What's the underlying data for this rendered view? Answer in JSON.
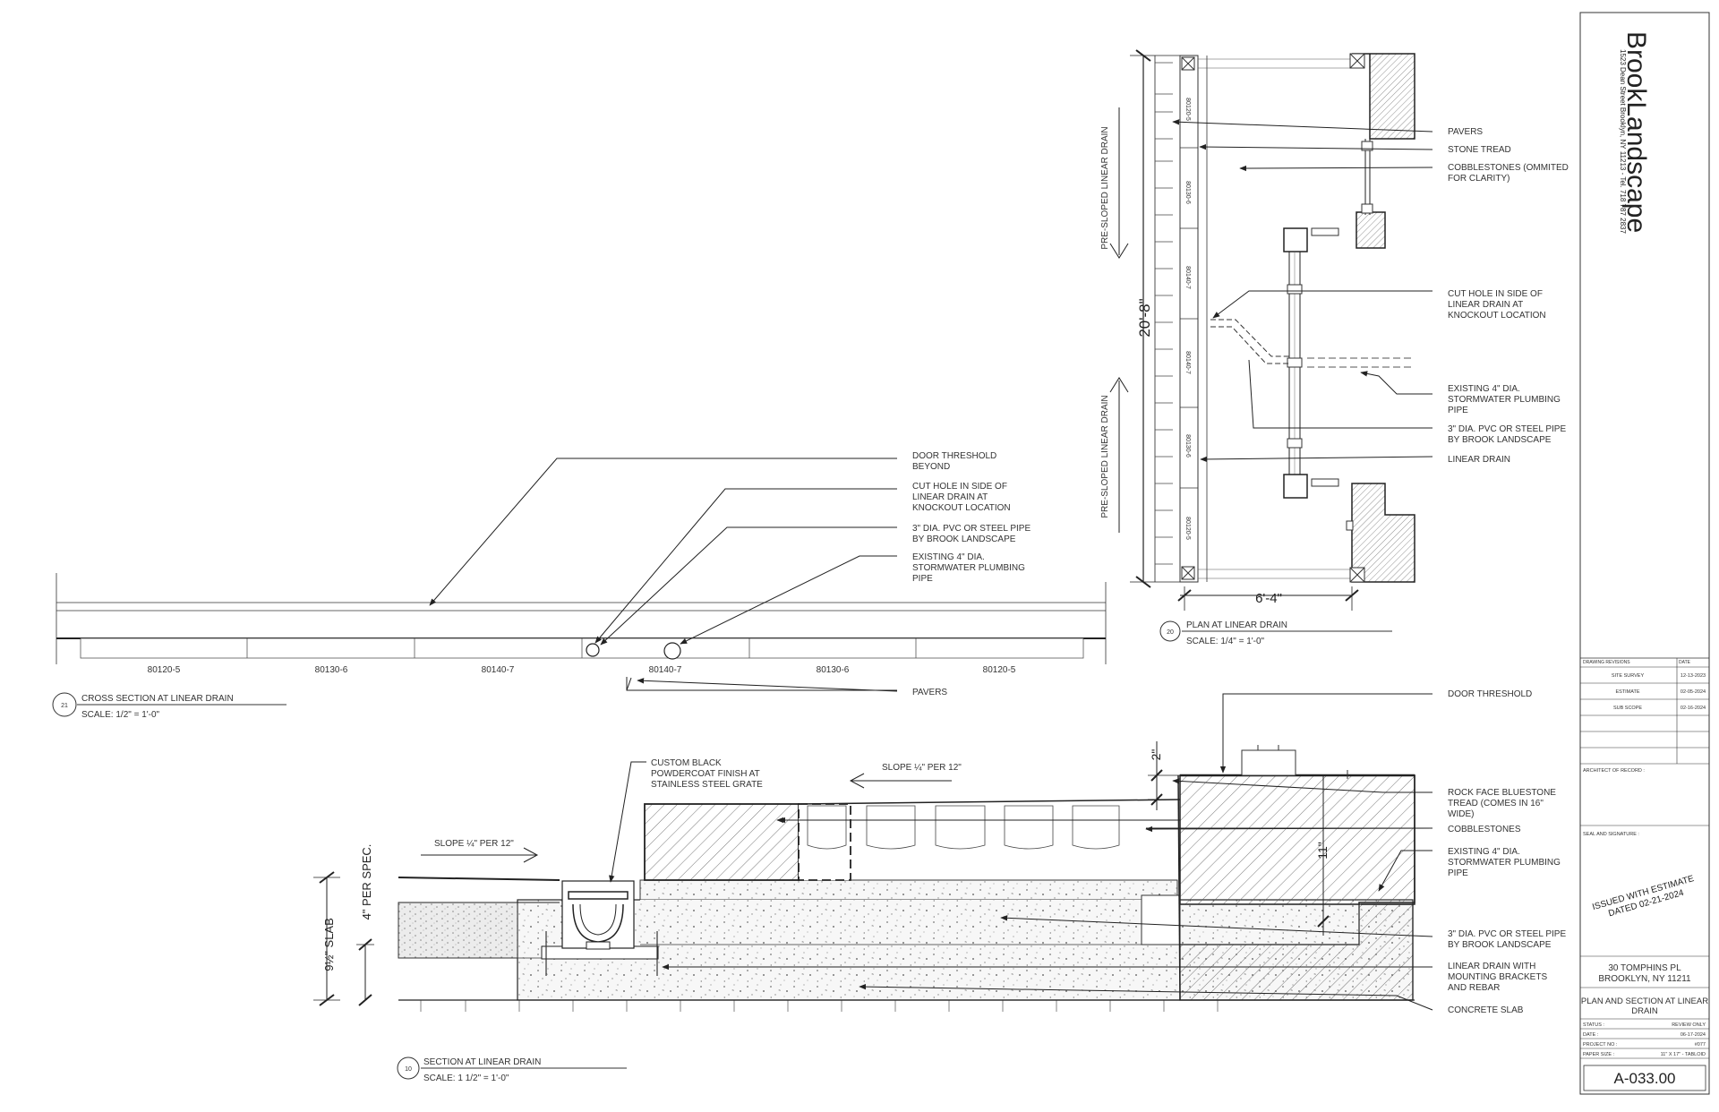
{
  "title_block": {
    "company": "BrookLandscape",
    "address": "1523 Dean Street Brooklyn, NY 11213 - Tel. 718 787 2837",
    "revisions_header": "DRAWING REVISIONS",
    "date_header": "DATE",
    "revisions": [
      {
        "label": "SITE SURVEY",
        "date": "12-13-2023"
      },
      {
        "label": "ESTIMATE",
        "date": "02-05-2024"
      },
      {
        "label": "SUB SCOPE",
        "date": "02-16-2024"
      }
    ],
    "architect_label": "ARCHITECT OF RECORD :",
    "seal_label": "SEAL AND SIGNATURE :",
    "stamp_line1": "ISSUED WITH ESTIMATE",
    "stamp_line2": "DATED 02-21-2024",
    "project_address_line1": "30 TOMPHINS PL",
    "project_address_line2": "BROOKLYN, NY 11211",
    "sheet_title_line1": "PLAN AND SECTION AT LINEAR",
    "sheet_title_line2": "DRAIN",
    "info": [
      {
        "label": "STATUS :",
        "value": "REVIEW ONLY"
      },
      {
        "label": "DATE :",
        "value": "06-17-2024"
      },
      {
        "label": "PROJECT NO :",
        "value": "#077"
      },
      {
        "label": "PAPER SIZE :",
        "value": "11\" X 17\" - TABLOID"
      }
    ],
    "sheet_number": "A-033.00"
  },
  "plan": {
    "number": "20",
    "title": "PLAN AT LINEAR DRAIN",
    "scale": "SCALE: 1/4\" = 1'-0\"",
    "dim_height": "20'-8\"",
    "dim_width": "6'-4\"",
    "arrow_top": "PRE-SLOPED LINEAR DRAIN",
    "arrow_bottom": "PRE-SLOPED LINEAR DRAIN",
    "segments": [
      "80120-5",
      "80130-6",
      "80140-7",
      "80140-7",
      "80130-6",
      "80120-5"
    ],
    "notes": [
      {
        "lines": [
          "PAVERS"
        ]
      },
      {
        "lines": [
          "STONE TREAD"
        ]
      },
      {
        "lines": [
          "COBBLESTONES (OMMITED",
          "FOR CLARITY)"
        ]
      },
      {
        "lines": [
          "CUT HOLE IN SIDE OF",
          "LINEAR DRAIN AT",
          "KNOCKOUT LOCATION"
        ]
      },
      {
        "lines": [
          "EXISTING 4\" DIA.",
          "STORMWATER PLUMBING",
          "PIPE"
        ]
      },
      {
        "lines": [
          "3\" DIA. PVC OR STEEL PIPE",
          "BY BROOK LANDSCAPE"
        ]
      },
      {
        "lines": [
          "LINEAR DRAIN"
        ]
      }
    ]
  },
  "cross_section": {
    "number": "21",
    "title": "CROSS SECTION AT LINEAR DRAIN",
    "scale": "SCALE: 1/2\" = 1'-0\"",
    "segments": [
      "80120-5",
      "80130-6",
      "80140-7",
      "80140-7",
      "80130-6",
      "80120-5"
    ],
    "notes": [
      {
        "lines": [
          "DOOR THRESHOLD",
          "BEYOND"
        ]
      },
      {
        "lines": [
          "CUT HOLE IN SIDE OF",
          "LINEAR DRAIN AT",
          "KNOCKOUT LOCATION"
        ]
      },
      {
        "lines": [
          "3\" DIA. PVC OR STEEL PIPE",
          "BY BROOK LANDSCAPE"
        ]
      },
      {
        "lines": [
          "EXISTING 4\" DIA.",
          "STORMWATER PLUMBING",
          "PIPE"
        ]
      },
      {
        "lines": [
          "PAVERS"
        ]
      }
    ]
  },
  "section": {
    "number": "10",
    "title": "SECTION AT LINEAR DRAIN",
    "scale": "SCALE: 1 1/2\" = 1'-0\"",
    "slope_left": "SLOPE ¼\" PER 12\"",
    "slope_right": "SLOPE ¼\" PER 12\"",
    "dim_slab": "9½\" SLAB",
    "dim_spec": "4\" PER SPEC.",
    "dim_2": "2\"",
    "dim_11": "11\"",
    "left_note": [
      "CUSTOM BLACK",
      "POWDERCOAT FINISH AT",
      "STAINLESS STEEL GRATE"
    ],
    "notes": [
      {
        "lines": [
          "DOOR THRESHOLD"
        ]
      },
      {
        "lines": [
          "ROCK FACE BLUESTONE",
          "TREAD (COMES IN 16\"",
          "WIDE)"
        ]
      },
      {
        "lines": [
          "COBBLESTONES"
        ]
      },
      {
        "lines": [
          "EXISTING 4\" DIA.",
          "STORMWATER PLUMBING",
          "PIPE"
        ]
      },
      {
        "lines": [
          "3\" DIA. PVC OR STEEL PIPE",
          "BY BROOK LANDSCAPE"
        ]
      },
      {
        "lines": [
          "LINEAR DRAIN WITH",
          "MOUNTING BRACKETS",
          "AND REBAR"
        ]
      },
      {
        "lines": [
          "CONCRETE SLAB"
        ]
      }
    ]
  }
}
